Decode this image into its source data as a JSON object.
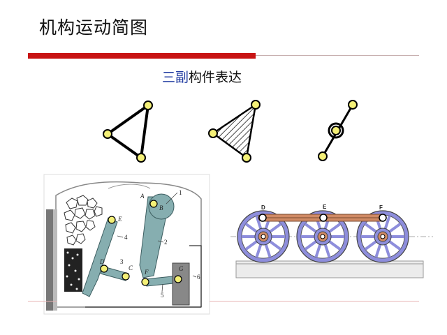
{
  "slide": {
    "title": "机构运动简图",
    "subtitle_highlight": "三副",
    "subtitle_rest": "构件表达"
  },
  "crusher": {
    "labels": [
      "A",
      "B",
      "1",
      "E",
      "4",
      "2",
      "D",
      "3",
      "C",
      "F",
      "G",
      "5",
      "6"
    ]
  },
  "locomotive": {
    "labels": [
      "D",
      "E",
      "F"
    ]
  },
  "colors": {
    "accent_red": "#c81414",
    "highlight_blue": "#1f3aa0",
    "joint_yellow": "#f4f077",
    "link_teal": "#86aeb0",
    "wheel_purple": "#8e8edc",
    "rod_orange": "#d08a64"
  }
}
